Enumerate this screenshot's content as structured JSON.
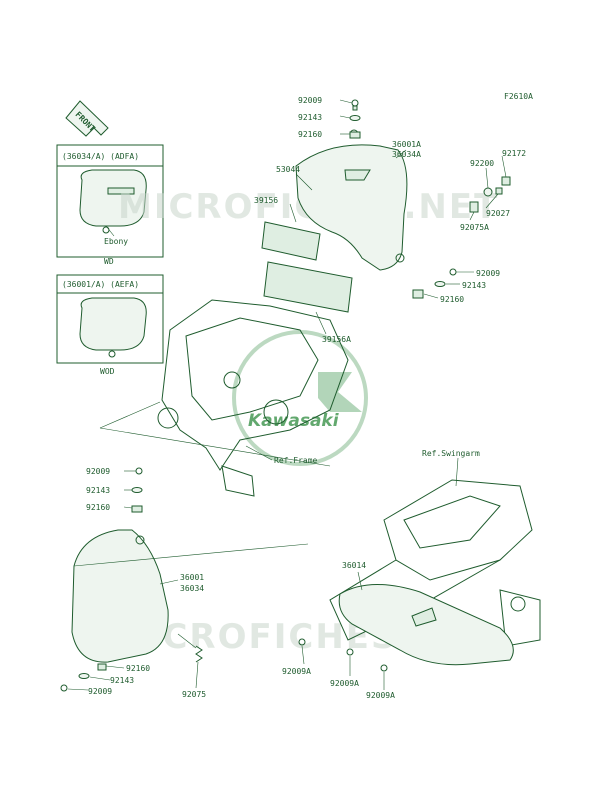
{
  "figure_code": "F2610A",
  "front_label": "FRONT",
  "watermark": "MICROFICHES.NET",
  "logo_text": "Kawasaki",
  "inset_wd": {
    "header": "(36034/A)  (ADFA)",
    "note": "Ebony",
    "caption": "WD"
  },
  "inset_wod": {
    "header": "(36001/A)  (AEFA)",
    "caption": "WOD"
  },
  "ref_frame": "Ref.Frame",
  "ref_swingarm": "Ref.Swingarm",
  "parts": {
    "p92009_top": "92009",
    "p92143_top": "92143",
    "p92160_top": "92160",
    "p36001a": "36001A",
    "p36034a": "36034A",
    "p53044": "53044",
    "p39156": "39156",
    "p92200": "92200",
    "p92172": "92172",
    "p92027": "92027",
    "p92075a": "92075A",
    "p92009_r": "92009",
    "p92143_r": "92143",
    "p92160_r": "92160",
    "p39156a": "39156A",
    "p92009_l": "92009",
    "p92143_l": "92143",
    "p92160_l": "92160",
    "p36001": "36001",
    "p36034": "36034",
    "p92160_b": "92160",
    "p92143_b": "92143",
    "p92009_b": "92009",
    "p92075": "92075",
    "p36014": "36014",
    "p92009a_1": "92009A",
    "p92009a_2": "92009A",
    "p92009a_3": "92009A"
  },
  "colors": {
    "ink": "#1f5c2e",
    "watermark": "#c9d6cc",
    "logo_green": "#2e8b3e"
  }
}
